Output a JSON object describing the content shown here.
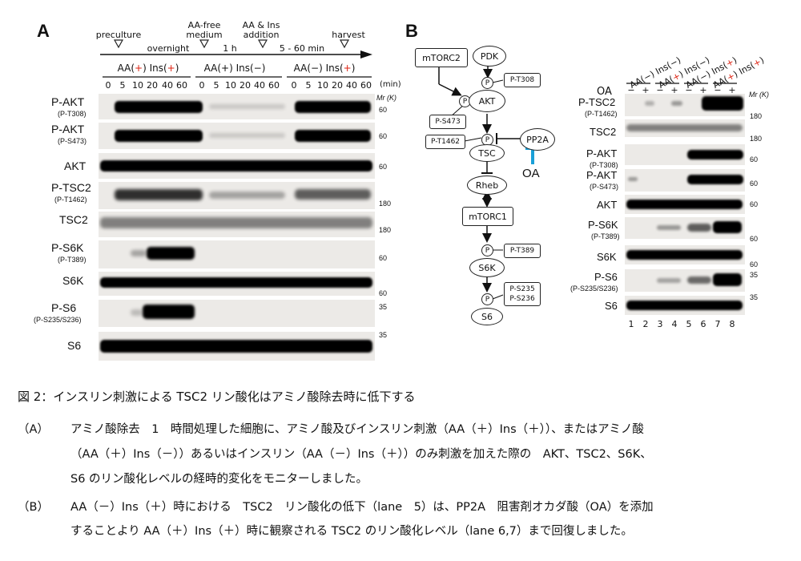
{
  "panel_a": {
    "letter": "A",
    "timeline": {
      "preculture": "preculture",
      "overnight": "overnight",
      "aa_free": "AA-free",
      "medium": "medium",
      "aa_ins": "AA & Ins",
      "addition": "addition",
      "one_h": "1 h",
      "five_sixty": "5 - 60 min",
      "harvest": "harvest"
    },
    "conditions": [
      {
        "a": "AA(",
        "b": "+",
        "c": ") Ins(",
        "d": "+",
        "e": ")"
      },
      {
        "a": "AA(+) Ins(−)"
      },
      {
        "a": "AA(−) Ins(",
        "b": "+",
        "c": ")"
      }
    ],
    "time_points": [
      "0",
      "5",
      "10",
      "20",
      "40",
      "60",
      "0",
      "5",
      "10",
      "20",
      "40",
      "60",
      "0",
      "5",
      "10",
      "20",
      "40",
      "60"
    ],
    "min_label": "(min)",
    "mr_label": "Mr (K)",
    "blots": [
      {
        "name": "P-AKT",
        "sub": "(P-T308)",
        "mw": [
          "60"
        ]
      },
      {
        "name": "P-AKT",
        "sub": "(P-S473)",
        "mw": [
          "60"
        ]
      },
      {
        "name": "AKT",
        "sub": "",
        "mw": [
          "60"
        ]
      },
      {
        "name": "P-TSC2",
        "sub": "(P-T1462)",
        "mw": [
          "180"
        ]
      },
      {
        "name": "TSC2",
        "sub": "",
        "mw": [
          "180"
        ]
      },
      {
        "name": "P-S6K",
        "sub": "(P-T389)",
        "mw": [
          "60"
        ]
      },
      {
        "name": "S6K",
        "sub": "",
        "mw": [
          "60"
        ]
      },
      {
        "name": "P-S6",
        "sub": "(P-S235/S236)",
        "mw": [
          "35"
        ]
      },
      {
        "name": "S6",
        "sub": "",
        "mw": [
          "35"
        ]
      }
    ]
  },
  "panel_b": {
    "letter": "B",
    "diagram": {
      "mtorc2": "mTORC2",
      "pdk": "PDK",
      "akt": "AKT",
      "p": "P",
      "pt308": "P-T308",
      "ps473": "P-S473",
      "pt1462": "P-T1462",
      "tsc": "TSC",
      "pp2a": "PP2A",
      "oa": "OA",
      "rheb": "Rheb",
      "mtorc1": "mTORC1",
      "pt389": "P-T389",
      "s6k": "S6K",
      "ps235": "P-S235",
      "ps236": "P-S236",
      "s6": "S6"
    },
    "headers": [
      {
        "a": "AA(−) Ins(−)"
      },
      {
        "a": "AA(",
        "b": "+",
        "c": ") Ins(−)"
      },
      {
        "a": "AA(−) Ins(",
        "b": "+",
        "c": ")"
      },
      {
        "a": "AA(",
        "b": "+",
        "c": ") Ins(",
        "d": "+",
        "e": ")"
      }
    ],
    "oa_label": "OA",
    "oa_signs": [
      "−",
      "+",
      "−",
      "+",
      "−",
      "+",
      "−",
      "+"
    ],
    "mr_label": "Mr (K)",
    "lanes": [
      "1",
      "2",
      "3",
      "4",
      "5",
      "6",
      "7",
      "8"
    ],
    "blots": [
      {
        "name": "P-TSC2",
        "sub": "(P-T1462)",
        "mw": "180"
      },
      {
        "name": "TSC2",
        "sub": "",
        "mw": "180"
      },
      {
        "name": "P-AKT",
        "sub": "(P-T308)",
        "mw": "60"
      },
      {
        "name": "P-AKT",
        "sub": "(P-S473)",
        "mw": "60"
      },
      {
        "name": "AKT",
        "sub": "",
        "mw": "60"
      },
      {
        "name": "P-S6K",
        "sub": "(P-T389)",
        "mw": "60"
      },
      {
        "name": "S6K",
        "sub": "",
        "mw": "60"
      },
      {
        "name": "P-S6",
        "sub": "(P-S235/S236)",
        "mw": "35"
      },
      {
        "name": "S6",
        "sub": "",
        "mw": "35"
      }
    ]
  },
  "caption": {
    "title": "図 2：インスリン刺激による TSC2 リン酸化はアミノ酸除去時に低下する",
    "a_label": "（A）",
    "a_line1": "アミノ酸除去　1　時間処理した細胞に、アミノ酸及びインスリン刺激（AA（＋）Ins（＋））、またはアミノ酸",
    "a_line2": "（AA（＋）Ins（－））あるいはインスリン（AA（－）Ins（＋））のみ刺激を加えた際の　AKT、TSC2、S6K、",
    "a_line3": "S6 のリン酸化レベルの経時的変化をモニターしました。",
    "b_label": "（B）",
    "b_line1": "AA（－）Ins（＋）時における　TSC2　リン酸化の低下（lane　5）は、PP2A　阻害剤オカダ酸（OA）を添加",
    "b_line2": "することより AA（＋）Ins（＋）時に観察される TSC2 のリン酸化レベル（lane 6,7）まで回復しました。"
  }
}
